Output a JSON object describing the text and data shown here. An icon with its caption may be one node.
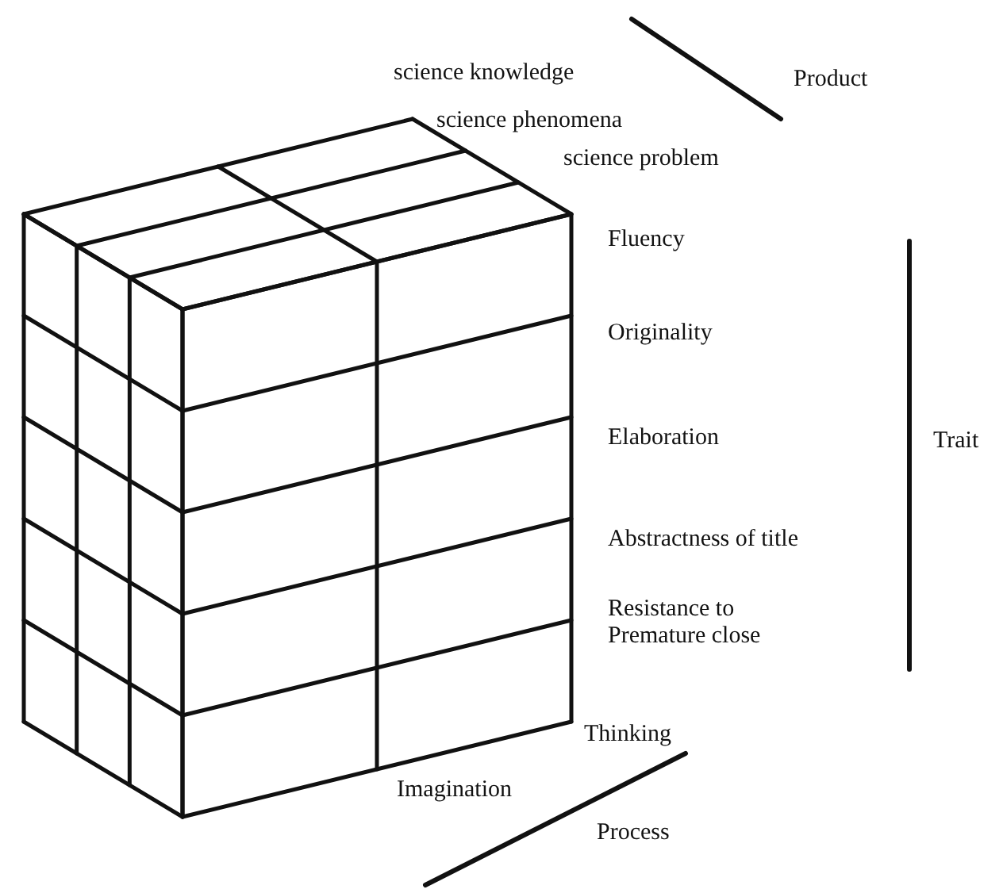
{
  "diagram": {
    "labels": [
      "science knowledge",
      "Product",
      "science phenomena",
      "science problem",
      "Fluency",
      "Originality",
      "Trait",
      "Elaboration",
      "Abstractness of title",
      "Resistance to Premature close",
      "Thinking",
      "Imagination",
      "Process"
    ]
  }
}
